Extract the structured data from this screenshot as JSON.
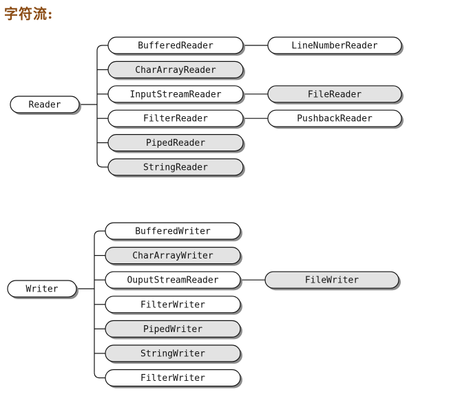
{
  "title": "字符流:",
  "colors": {
    "plain": "#ffffff",
    "gray": "#e3e3e3",
    "stroke": "#111111",
    "shadow": "#8c8c8c"
  },
  "reader_tree": {
    "root": "Reader",
    "children": [
      {
        "label": "BufferedReader",
        "fill": "plain",
        "child": {
          "label": "LineNumberReader",
          "fill": "plain"
        }
      },
      {
        "label": "CharArrayReader",
        "fill": "gray"
      },
      {
        "label": "InputStreamReader",
        "fill": "plain",
        "child": {
          "label": "FileReader",
          "fill": "gray"
        }
      },
      {
        "label": "FilterReader",
        "fill": "plain",
        "child": {
          "label": "PushbackReader",
          "fill": "plain"
        }
      },
      {
        "label": "PipedReader",
        "fill": "gray"
      },
      {
        "label": "StringReader",
        "fill": "gray"
      }
    ]
  },
  "writer_tree": {
    "root": "Writer",
    "children": [
      {
        "label": "BufferedWriter",
        "fill": "plain"
      },
      {
        "label": "CharArrayWriter",
        "fill": "gray"
      },
      {
        "label": "OuputStreamReader",
        "fill": "plain",
        "child": {
          "label": "FileWriter",
          "fill": "gray"
        }
      },
      {
        "label": "FilterWriter",
        "fill": "plain"
      },
      {
        "label": "PipedWriter",
        "fill": "gray"
      },
      {
        "label": "StringWriter",
        "fill": "gray"
      },
      {
        "label": "FilterWriter",
        "fill": "plain"
      }
    ]
  }
}
